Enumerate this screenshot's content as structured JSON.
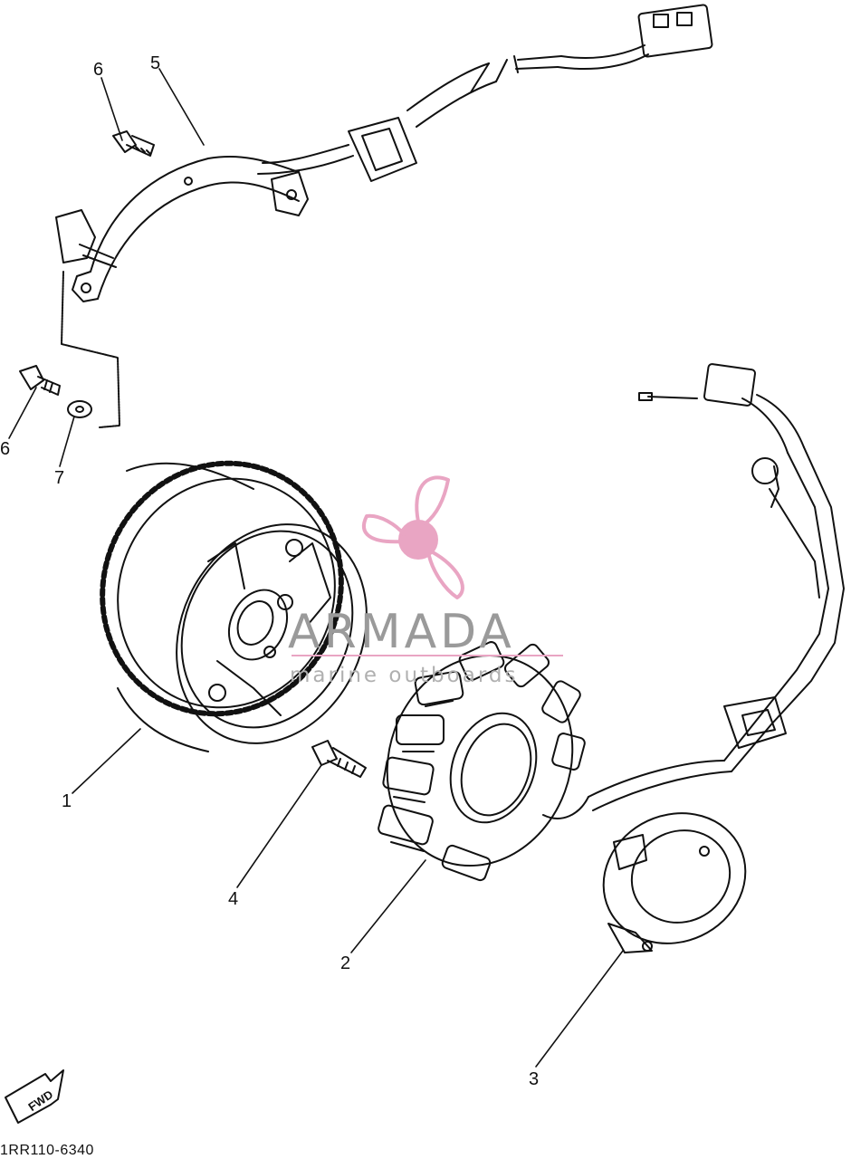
{
  "callouts": {
    "c1": "1",
    "c2": "2",
    "c3": "3",
    "c4": "4",
    "c5": "5",
    "c6_top": "6",
    "c6_left": "6",
    "c7": "7"
  },
  "drawing_code": "1RR110-6340",
  "forward_marker": "FWD",
  "watermark": {
    "brand": "ARMADA",
    "tagline": "marine outboards",
    "accent_color": "#e9a5c3",
    "text_color": "#9a9a9a"
  },
  "colors": {
    "ink": "#111111",
    "background": "#ffffff"
  }
}
